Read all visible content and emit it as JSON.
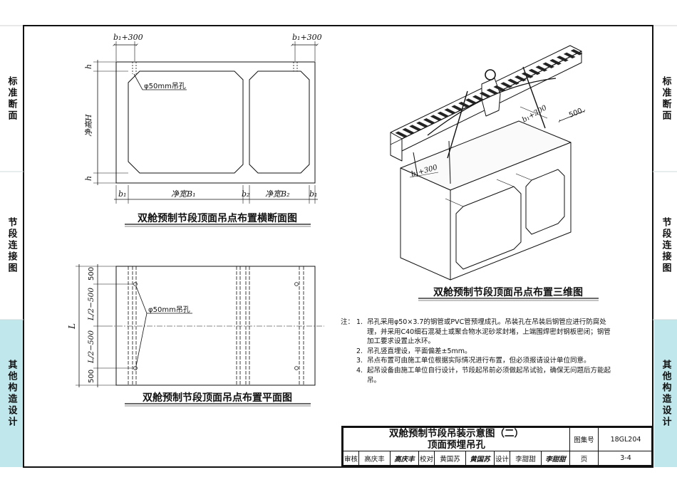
{
  "side_tabs": {
    "left": [
      "标准断面",
      "节段连接图",
      "其他构造设计"
    ],
    "right": [
      "标准断面",
      "节段连接图",
      "其他构造设计"
    ]
  },
  "cross_section": {
    "title": "双舱预制节段顶面吊点布置横断面图",
    "dim_top_left": "b₁+300",
    "dim_top_right": "b₁+300",
    "hole_label": "φ50mm吊孔",
    "dim_h_top": "h",
    "dim_h_bottom": "h",
    "dim_height": "净高H",
    "dim_b1_left": "b₁",
    "dim_width_b1": "净宽B₁",
    "dim_b2": "b₂",
    "dim_width_b2": "净宽B₂",
    "dim_b1_right": "b₁"
  },
  "plan_view": {
    "title": "双舱预制节段顶面吊点布置平面图",
    "hole_label": "φ50mm吊孔",
    "dim_total": "L",
    "dim_top": "500",
    "dim_upper": "L/2−500",
    "dim_lower": "L/2−500",
    "dim_bottom": "500"
  },
  "view_3d": {
    "title": "双舱预制节段顶面吊点布置三维图",
    "dim_500": "500",
    "dim_b1_300_a": "b₁+300",
    "dim_b1_300_b": "b₁+300"
  },
  "notes": {
    "head": "注：",
    "items": [
      {
        "num": "1.",
        "text": "吊孔采用φ50×3.7的钢管或PVC管预埋成孔。吊装孔在吊装后钢管应进行防腐处理，并采用C40细石混凝土或聚合物水泥砂浆封堵，上端围焊密封钢板密闭；钢管加工要求设置止水环。"
      },
      {
        "num": "2.",
        "text": "吊孔竖直埋设，平面偏差±5mm。"
      },
      {
        "num": "3.",
        "text": "吊点布置可由施工单位根据实际情况进行布置，但必须报请设计单位同意。"
      },
      {
        "num": "4.",
        "text": "起吊设备由施工单位自行设计，节段起吊前必须做起吊试验，确保无问题后方能起吊。"
      }
    ]
  },
  "title_block": {
    "title_line1": "双舱预制节段吊装示意图（二）",
    "title_line2": "顶面预埋吊孔",
    "atlas_label": "图集号",
    "atlas_no": "18GL204",
    "review_label": "审核",
    "reviewer": "高庆丰",
    "reviewer_sig": "高庆丰",
    "check_label": "校对",
    "checker": "黄国苏",
    "checker_sig": "黄国苏",
    "design_label": "设计",
    "designer": "李甜甜",
    "designer_sig": "李甜甜",
    "page_label": "页",
    "page_no": "3-4"
  }
}
